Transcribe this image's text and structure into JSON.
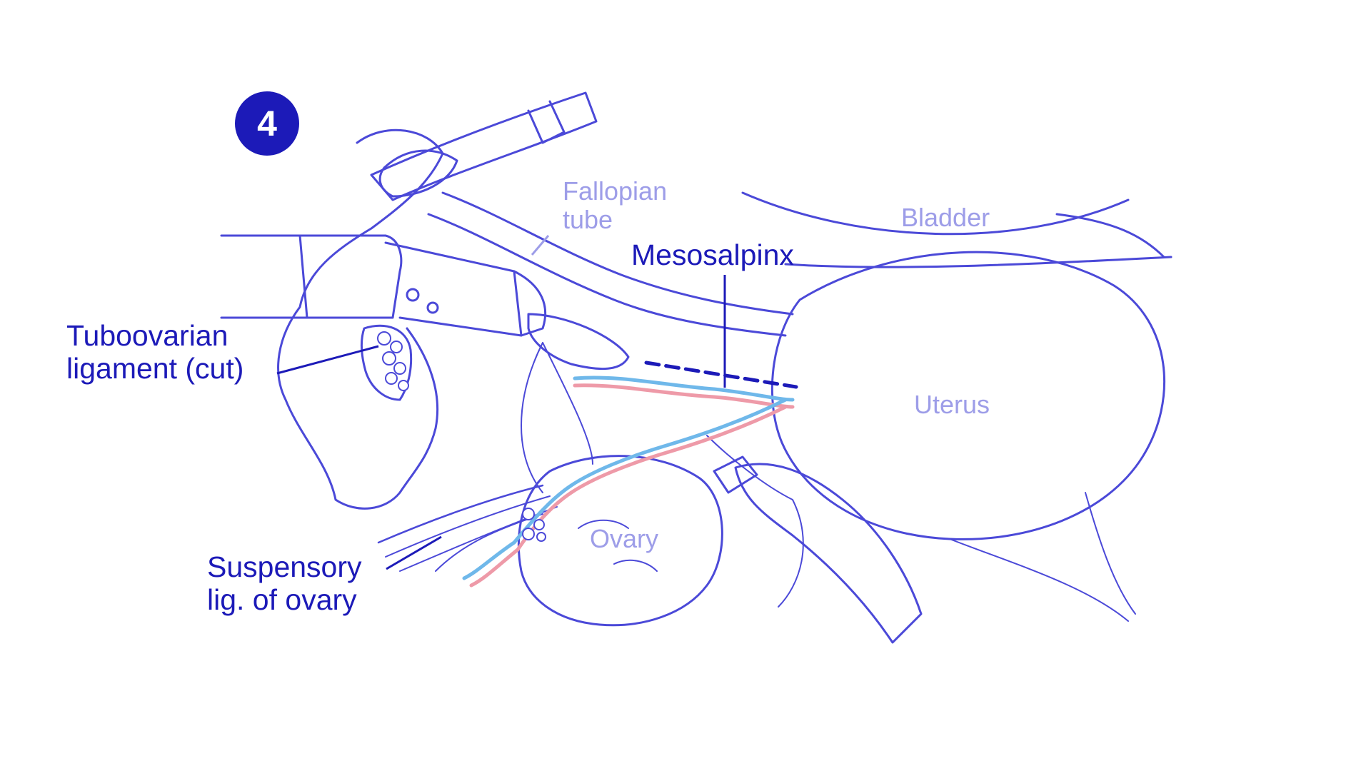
{
  "step": {
    "number": "4"
  },
  "labels": {
    "tuboovarian": [
      "Tuboovarian",
      "ligament (cut)"
    ],
    "suspensory": [
      "Suspensory",
      "lig. of ovary"
    ],
    "mesosalpinx": "Mesosalpinx",
    "fallopian": [
      "Fallopian",
      "tube"
    ],
    "bladder": "Bladder",
    "uterus": "Uterus",
    "ovary": "Ovary"
  },
  "colors": {
    "primary": "#1c1ab8",
    "sketch": "#4b49d8",
    "label_light": "#9d9de8",
    "vein": "#6fb8ea",
    "artery": "#ee9aa8",
    "shade": "#c7c7f2"
  }
}
